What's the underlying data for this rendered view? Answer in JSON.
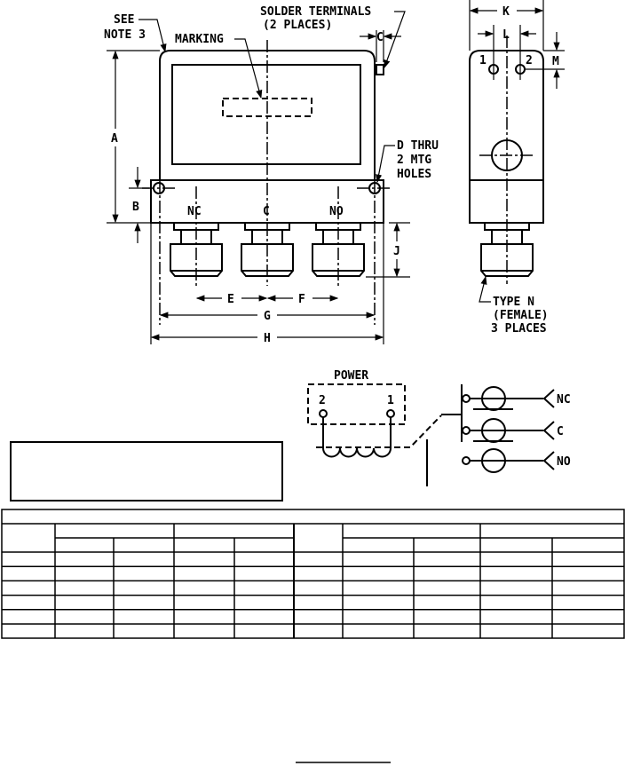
{
  "front_view": {
    "see_note": [
      "SEE",
      "NOTE 3"
    ],
    "marking": "MARKING",
    "solder_terminals": [
      "SOLDER TERMINALS",
      "(2 PLACES)"
    ],
    "mtg_holes": [
      "D THRU",
      "2 MTG",
      "HOLES"
    ],
    "ports": [
      "NC",
      "C",
      "NO"
    ],
    "dims": {
      "A": "A",
      "B": "B",
      "C": "C",
      "E": "E",
      "F": "F",
      "G": "G",
      "H": "H",
      "J": "J"
    }
  },
  "side_view": {
    "dims": {
      "K": "K",
      "L": "L",
      "M": "M"
    },
    "terminals": [
      "1",
      "2"
    ],
    "connector_note": [
      "TYPE N",
      "(FEMALE)",
      "3 PLACES"
    ]
  },
  "schematic": {
    "power": "POWER",
    "terminals": [
      "2",
      "1"
    ],
    "ports": [
      "NC",
      "C",
      "NO"
    ]
  },
  "table": {
    "rows": 6
  }
}
